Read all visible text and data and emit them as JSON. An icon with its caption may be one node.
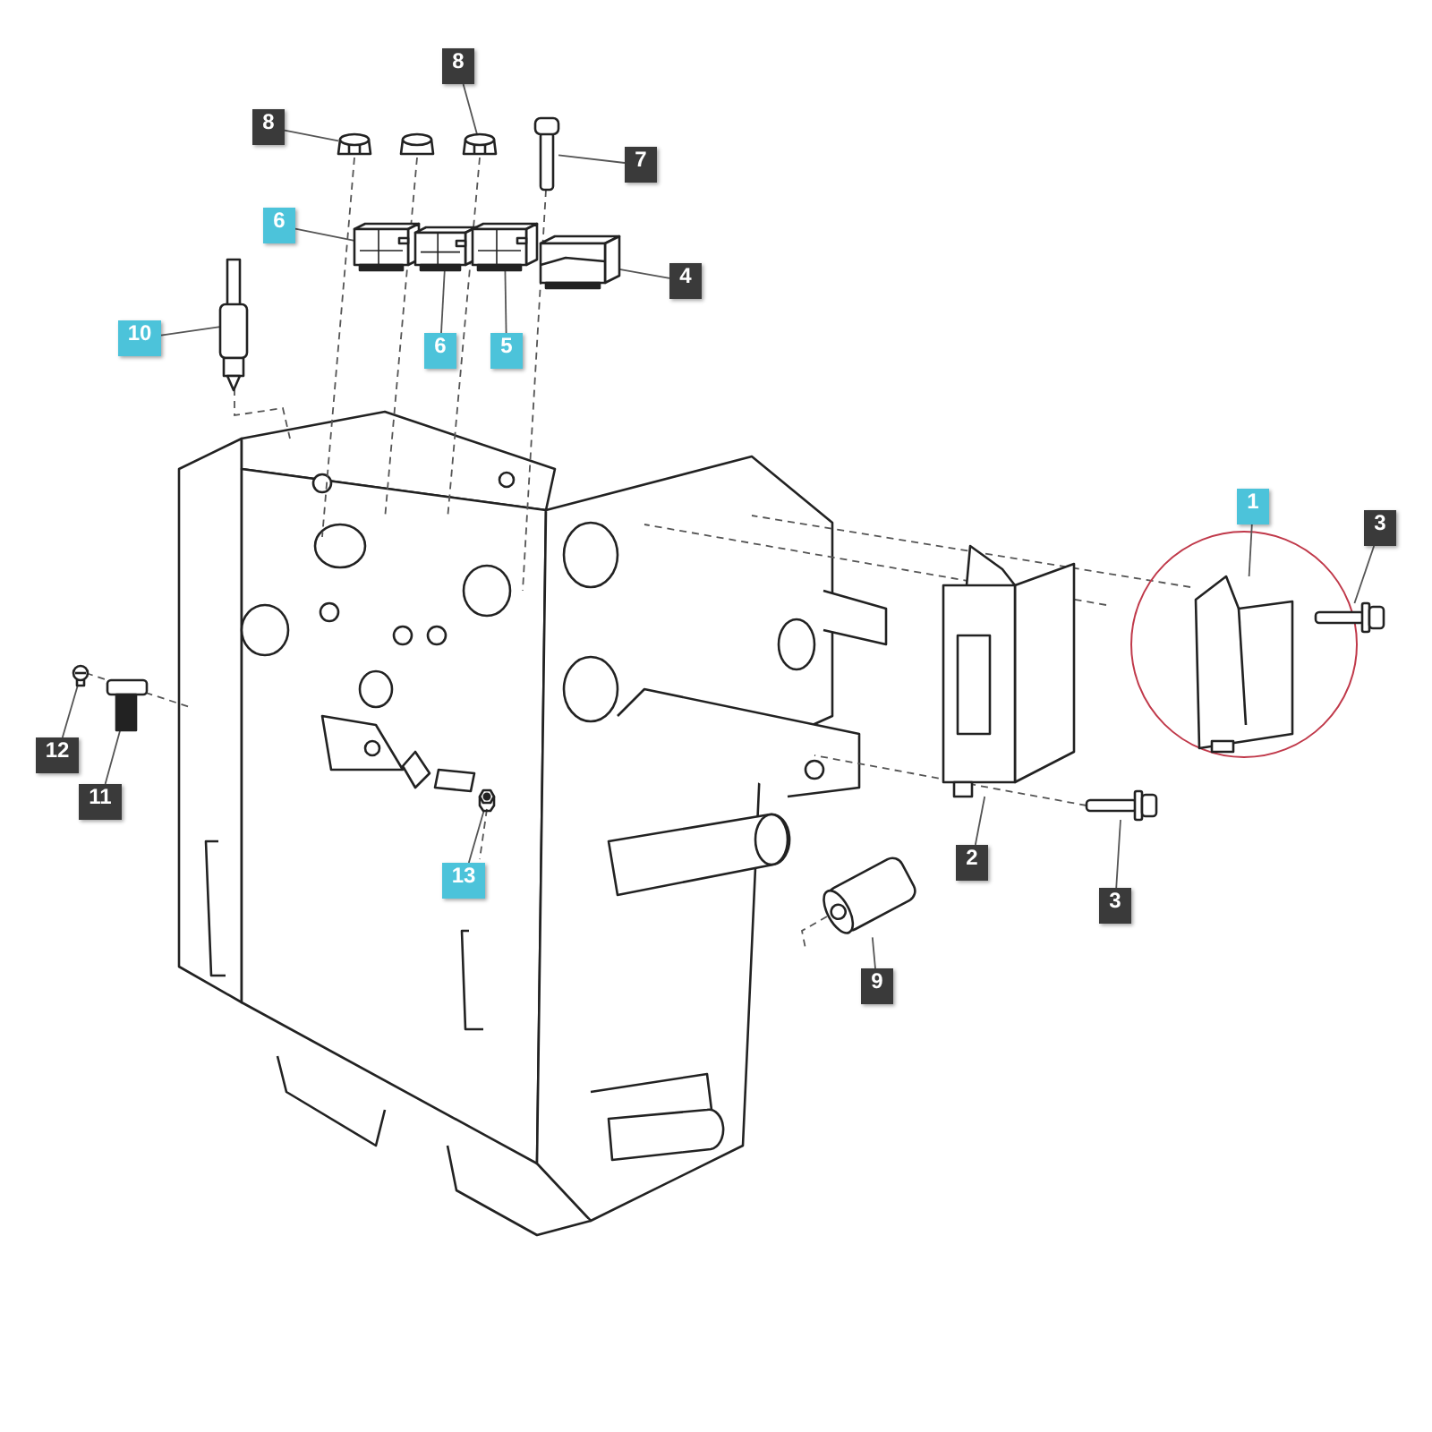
{
  "diagram": {
    "nodes": [
      {
        "text": [
          "8"
        ]
      },
      {
        "text": [
          "8"
        ]
      },
      {
        "text": [
          "7"
        ]
      },
      {
        "text": [
          "6"
        ]
      },
      {
        "text": [
          "4"
        ]
      },
      {
        "text": [
          "10"
        ]
      },
      {
        "text": [
          "6"
        ]
      },
      {
        "text": [
          "5"
        ]
      },
      {
        "text": [
          "1"
        ]
      },
      {
        "text": [
          "3"
        ]
      },
      {
        "text": [
          "12"
        ]
      },
      {
        "text": [
          "11"
        ]
      },
      {
        "text": [
          "2"
        ]
      },
      {
        "text": [
          "13"
        ]
      },
      {
        "text": [
          "3"
        ]
      },
      {
        "text": [
          "9"
        ]
      },
      {
        "text": [],
        "shape": "picture"
      },
      {
        "text": [],
        "shape": "picture"
      },
      {
        "text": [],
        "shape": "picture"
      },
      {
        "text": [],
        "shape": "picture"
      },
      {
        "text": [],
        "shape": "picture"
      },
      {
        "text": [],
        "shape": "picture"
      },
      {
        "text": [],
        "shape": "picture"
      },
      {
        "text": [],
        "shape": "picture"
      },
      {
        "text": [],
        "shape": "picture"
      },
      {
        "text": [],
        "shape": "picture"
      },
      {
        "text": [],
        "shape": "picture"
      },
      {
        "text": [],
        "shape": "picture"
      },
      {
        "text": [],
        "shape": "picture"
      },
      {
        "text": [],
        "shape": "picture"
      },
      {
        "text": [],
        "shape": "picture"
      },
      {
        "text": [],
        "shape": "picture"
      }
    ],
    "edges": [
      {
        "from": 0,
        "to": 16,
        "arrow": "none"
      },
      {
        "from": 1,
        "to": 17,
        "arrow": "none"
      },
      {
        "from": 2,
        "to": 18,
        "arrow": "none"
      },
      {
        "from": 3,
        "to": 19,
        "arrow": "none"
      },
      {
        "from": 4,
        "to": 20,
        "arrow": "none"
      },
      {
        "from": 5,
        "to": 21,
        "arrow": "none"
      },
      {
        "from": 6,
        "to": 22,
        "arrow": "none"
      },
      {
        "from": 7,
        "to": 23,
        "arrow": "none"
      },
      {
        "from": 8,
        "to": 24,
        "arrow": "none"
      },
      {
        "from": 9,
        "to": 25,
        "arrow": "none"
      },
      {
        "from": 10,
        "to": 26,
        "arrow": "none"
      },
      {
        "from": 11,
        "to": 27,
        "arrow": "none"
      },
      {
        "from": 12,
        "to": 28,
        "arrow": "none"
      },
      {
        "from": 13,
        "to": 29,
        "arrow": "none"
      },
      {
        "from": 14,
        "to": 30,
        "arrow": "none"
      },
      {
        "from": 15,
        "to": 31,
        "arrow": "none"
      }
    ]
  }
}
